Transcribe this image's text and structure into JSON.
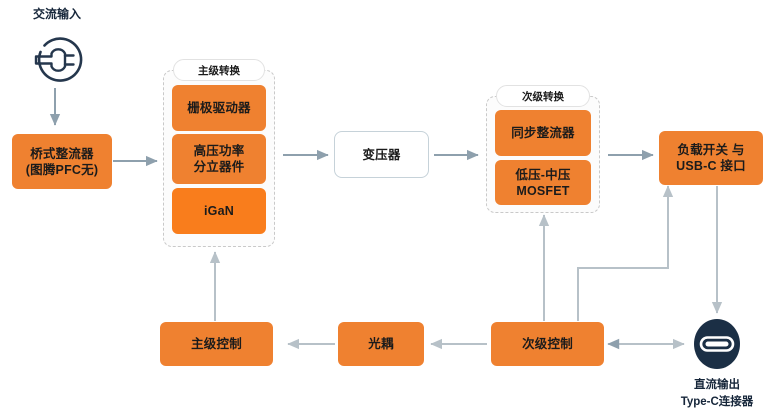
{
  "diagram": {
    "title": "USB-C Power Adapter Block Diagram",
    "colors": {
      "orange": "#ef8130",
      "orange_bright": "#f97d1c",
      "wire": "#8ea0ad",
      "wire_light": "#c4ccd2",
      "dark_navy": "#1b2f45",
      "dashed_border": "#c9c9c9",
      "plain_border": "#c6d2d9",
      "text": "#1b1b1b"
    },
    "input": {
      "caption": "交流输入",
      "icon": "power-plug-icon"
    },
    "rectifier": {
      "line1": "桥式整流器",
      "line2": "(图腾PFC无)"
    },
    "primary_group": {
      "label": "主级转换",
      "items": [
        {
          "name": "gate-driver",
          "label": "栅极驱动器",
          "style": "orange"
        },
        {
          "name": "hv-power-discrete",
          "line1": "高压功率",
          "line2": "分立器件",
          "style": "orange"
        },
        {
          "name": "igan",
          "label": "iGaN",
          "style": "orange-bright"
        }
      ]
    },
    "transformer": {
      "label": "变压器"
    },
    "secondary_group": {
      "label": "次级转换",
      "items": [
        {
          "name": "sync-rectifier",
          "label": "同步整流器",
          "style": "orange"
        },
        {
          "name": "lv-mv-mosfet",
          "line1": "低压-中压",
          "line2": "MOSFET",
          "style": "orange"
        }
      ]
    },
    "load_switch": {
      "line1": "负载开关 与",
      "line2": "USB-C 接口"
    },
    "primary_control": {
      "label": "主级控制"
    },
    "optocoupler": {
      "label": "光耦"
    },
    "secondary_control": {
      "label": "次级控制"
    },
    "output": {
      "icon": "usb-type-c-icon",
      "caption_line1": "直流输出",
      "caption_line2": "Type-C连接器"
    }
  }
}
